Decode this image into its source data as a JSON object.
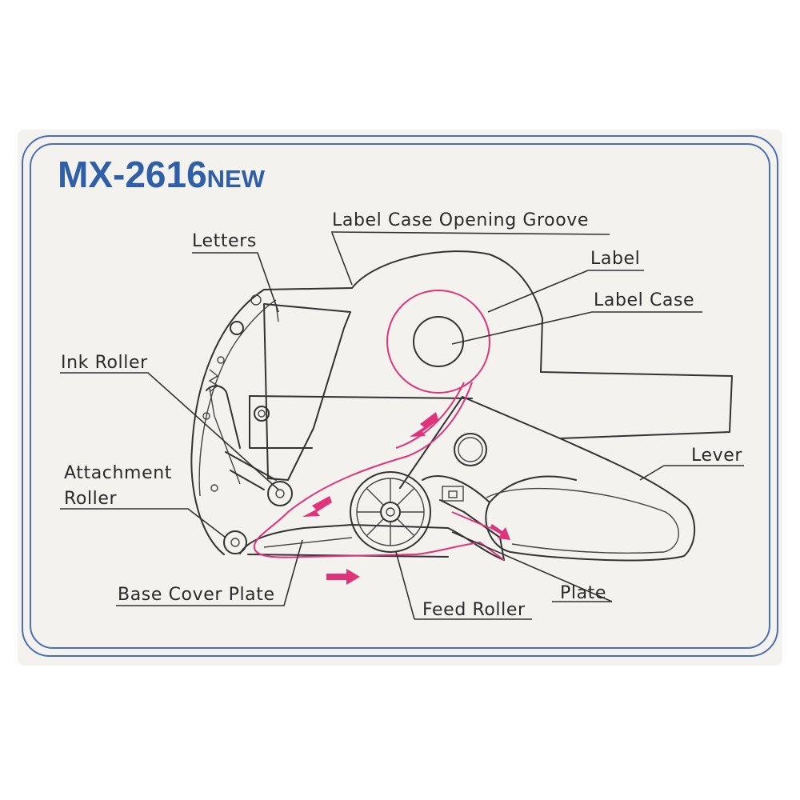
{
  "title": {
    "model": "MX-2616",
    "suffix": "NEW"
  },
  "labels": {
    "label_case_opening_groove": "Label Case Opening Groove",
    "letters": "Letters",
    "label": "Label",
    "label_case": "Label Case",
    "ink_roller": "Ink Roller",
    "lever": "Lever",
    "attachment_roller_line1": "Attachment",
    "attachment_roller_line2": "Roller",
    "base_cover_plate": "Base Cover Plate",
    "plate": "Plate",
    "feed_roller": "Feed Roller"
  },
  "colors": {
    "frame_blue": "#4a6fb3",
    "title_blue": "#2f5fa8",
    "label_path_pink": "#e0337a",
    "background": "#f4f2ee"
  }
}
